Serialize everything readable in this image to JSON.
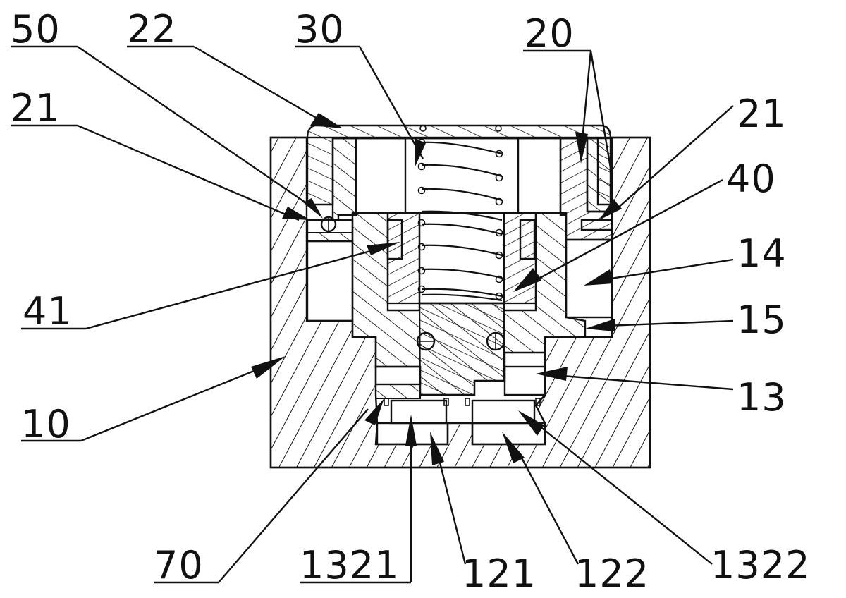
{
  "figure": {
    "labels": {
      "l50": "50",
      "l22": "22",
      "l30": "30",
      "l20": "20",
      "l21_left": "21",
      "l21_right": "21",
      "l40": "40",
      "l14": "14",
      "l41": "41",
      "l15": "15",
      "l13": "13",
      "l10": "10",
      "l70": "70",
      "l1321": "1321",
      "l121": "121",
      "l122": "122",
      "l1322": "1322"
    }
  }
}
